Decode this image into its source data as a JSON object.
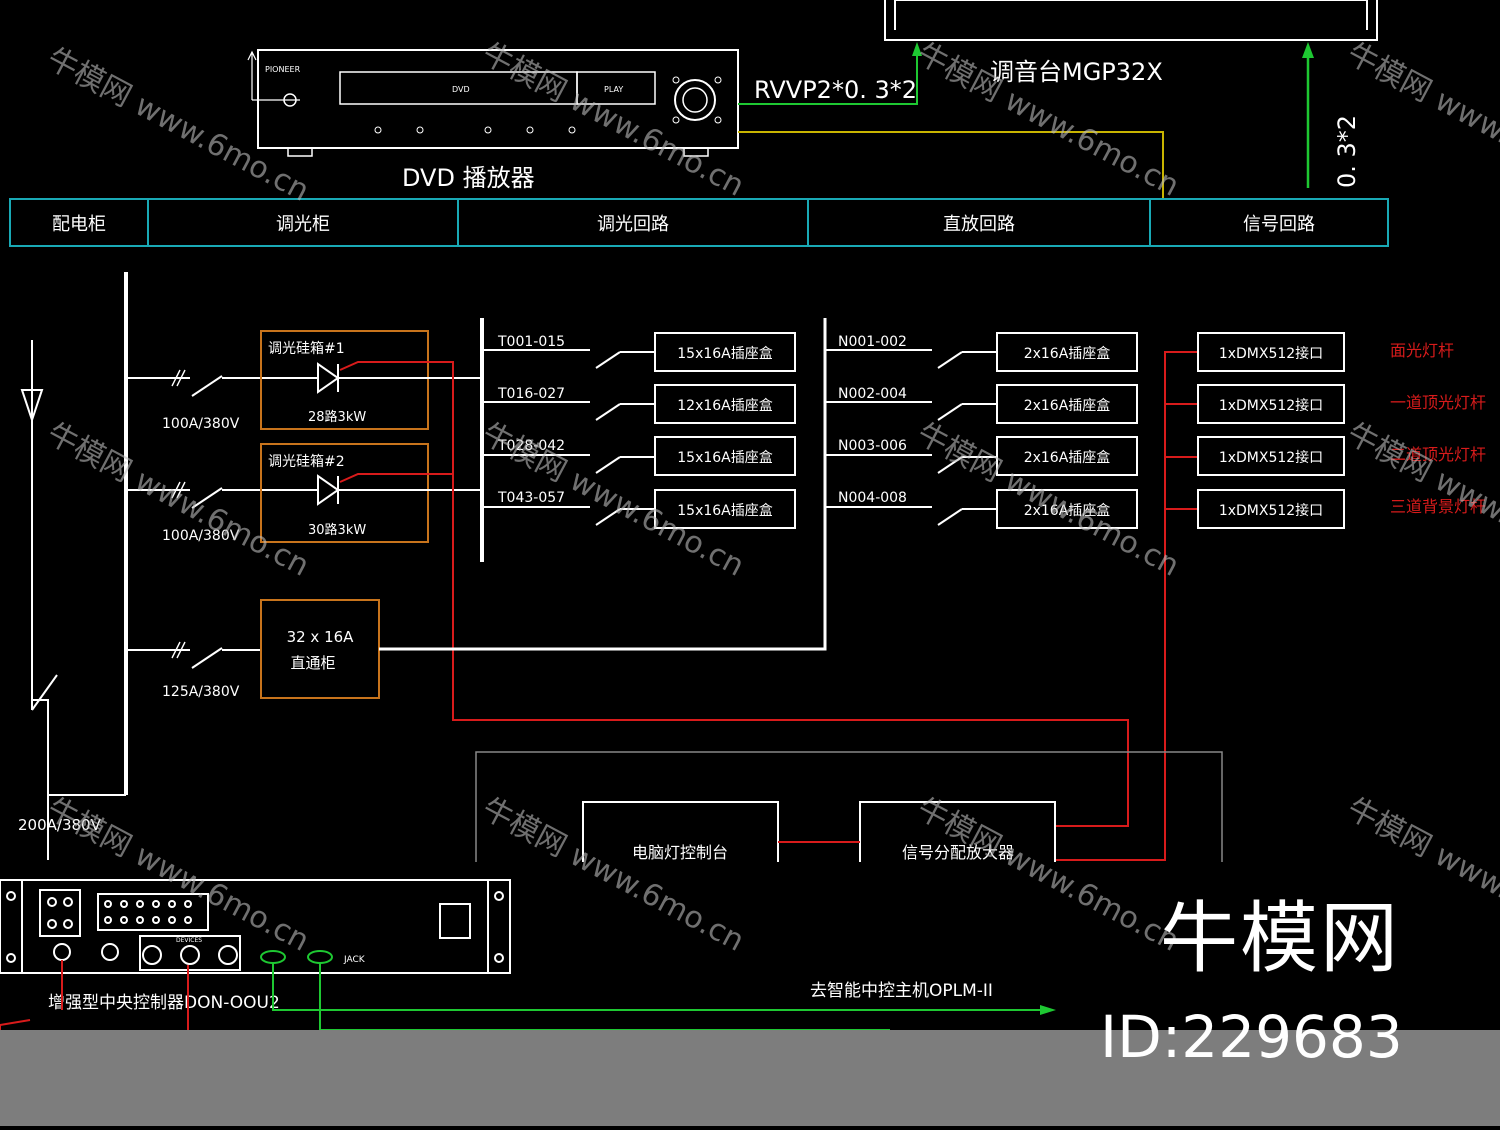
{
  "top_devices": {
    "dvd": {
      "brand": "PIONEER",
      "slot_label": "DVD",
      "display_label": "PLAY",
      "label": "DVD 播放器"
    },
    "mixer": {
      "label": "调音台MGP32X"
    },
    "cable_rvvp": "RVVP2*0. 3*2",
    "cable_vertical": "0. 3*2"
  },
  "header_bar": [
    "配电柜",
    "调光柜",
    "调光回路",
    "直放回路",
    "信号回路"
  ],
  "mains": {
    "breakers": [
      "100A/380V",
      "100A/380V",
      "125A/380V"
    ],
    "main_breaker": "200A/380V"
  },
  "dimmer_cabinets": [
    {
      "name": "调光硅箱#1",
      "spec": "28路3kW"
    },
    {
      "name": "调光硅箱#2",
      "spec": "30路3kW"
    }
  ],
  "direct_cabinet": {
    "line1": "32 x 16A",
    "line2": "直通柜"
  },
  "dimming_circuits": [
    {
      "code": "T001-015",
      "outlet": "15x16A插座盒"
    },
    {
      "code": "T016-027",
      "outlet": "12x16A插座盒"
    },
    {
      "code": "T028-042",
      "outlet": "15x16A插座盒"
    },
    {
      "code": "T043-057",
      "outlet": "15x16A插座盒"
    }
  ],
  "direct_circuits": [
    {
      "code": "N001-002",
      "outlet": "2x16A插座盒"
    },
    {
      "code": "N002-004",
      "outlet": "2x16A插座盒"
    },
    {
      "code": "N003-006",
      "outlet": "2x16A插座盒"
    },
    {
      "code": "N004-008",
      "outlet": "2x16A插座盒"
    }
  ],
  "signal_ports": [
    "1xDMX512接口",
    "1xDMX512接口",
    "1xDMX512接口",
    "1xDMX512接口"
  ],
  "signal_targets": [
    "面光灯杆",
    "一道顶光灯杆",
    "二道顶光灯杆",
    "三道背景灯杆"
  ],
  "control_boxes": {
    "console": "电脑灯控制台",
    "splitter": "信号分配放大器"
  },
  "central_controller": {
    "label": "增强型中央控制器DON-OOU2",
    "sub_label": "DEVICES",
    "jack_label": "JACK",
    "target": "去智能中控主机OPLM-II"
  },
  "watermark": {
    "site": "牛模网 www.6mo.cn",
    "brand": "牛模网",
    "id": "ID:229683"
  },
  "colors": {
    "cyan": "#19a9b5",
    "orange": "#c8741c",
    "red": "#d81b1b",
    "green": "#1ec832",
    "yellow": "#c8b400",
    "white": "#ffffff",
    "grey_band": "#7d7d7d"
  }
}
